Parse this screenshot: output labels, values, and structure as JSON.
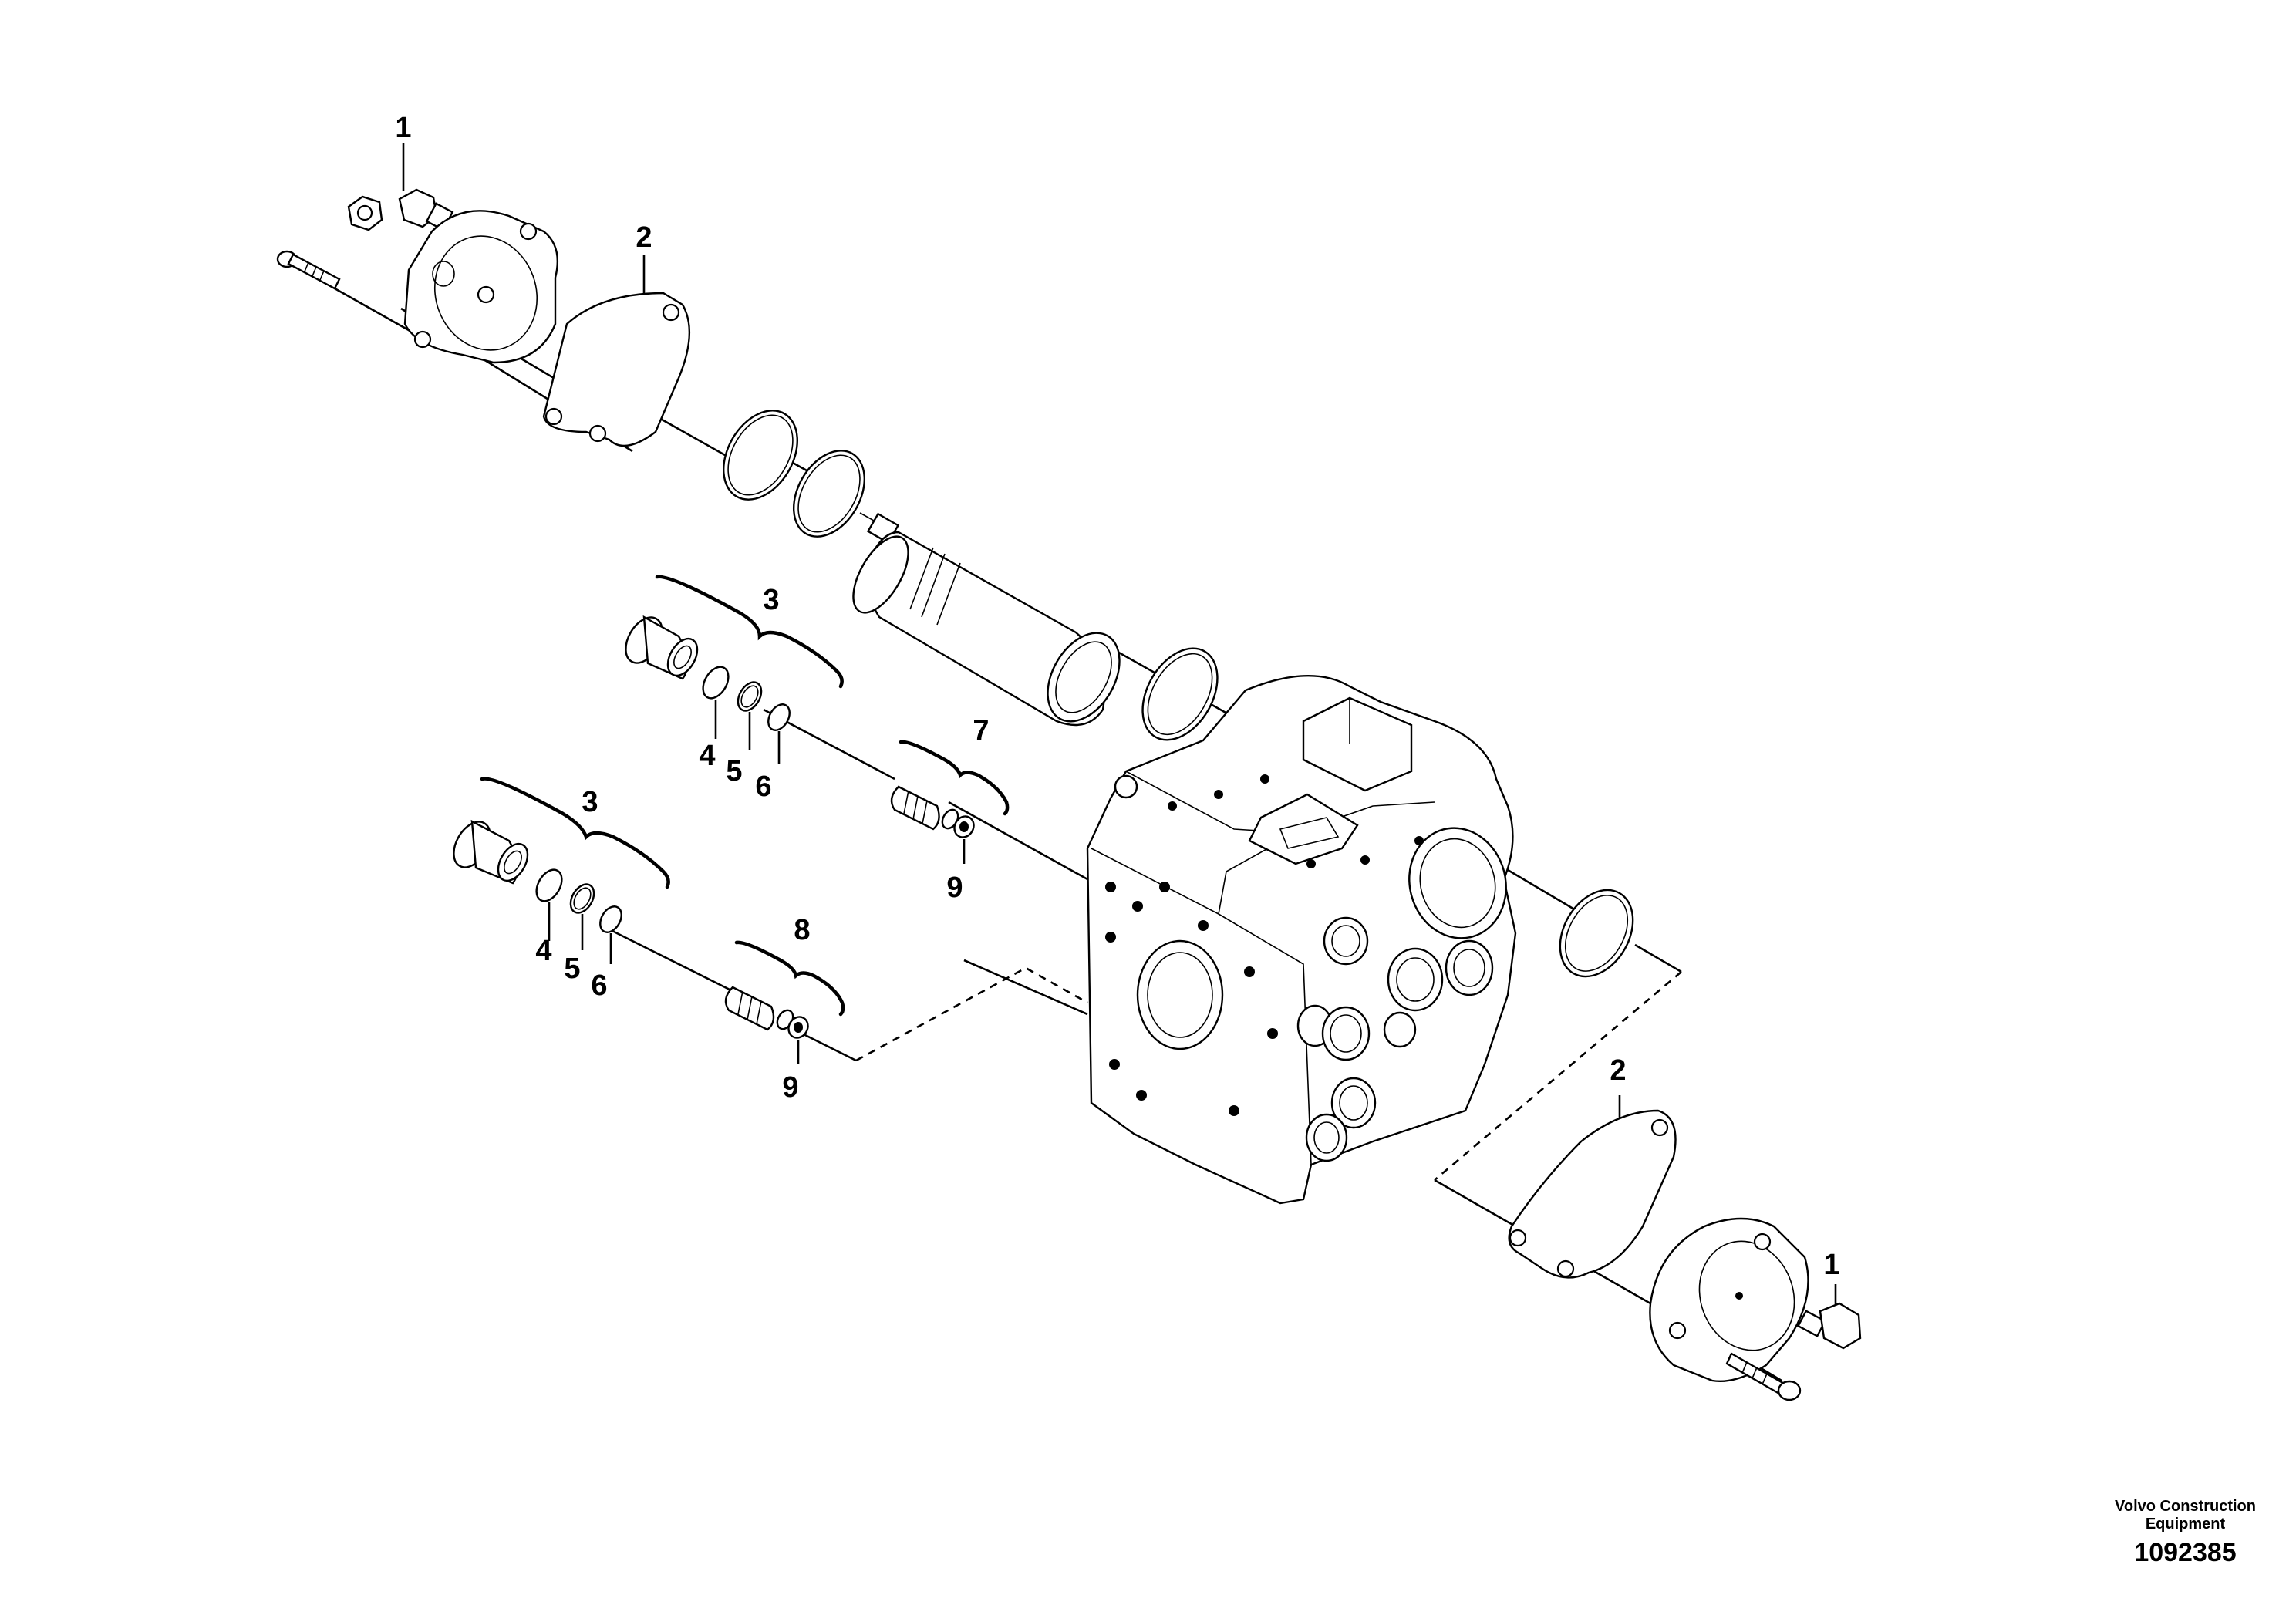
{
  "callouts": {
    "c1a": "1",
    "c2a": "2",
    "c3a": "3",
    "c4a": "4",
    "c5a": "5",
    "c6a": "6",
    "c7": "7",
    "c9a": "9",
    "c3b": "3",
    "c4b": "4",
    "c5b": "5",
    "c6b": "6",
    "c8": "8",
    "c9b": "9",
    "c2b": "2",
    "c1b": "1"
  },
  "footer": {
    "company_line1": "Volvo Construction",
    "company_line2": "Equipment",
    "doc_number": "1092385"
  }
}
